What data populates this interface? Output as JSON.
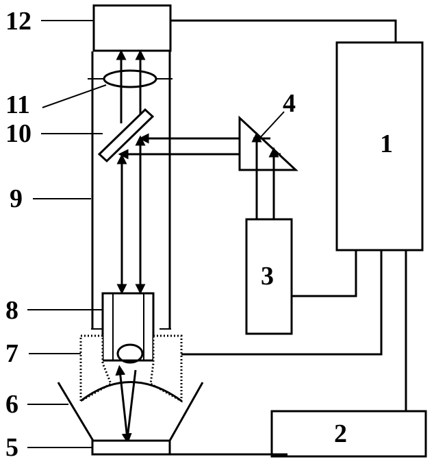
{
  "callouts": [
    {
      "id": "12",
      "text": "12"
    },
    {
      "id": "11",
      "text": "11"
    },
    {
      "id": "10",
      "text": "10"
    },
    {
      "id": "9",
      "text": "9"
    },
    {
      "id": "8",
      "text": "8"
    },
    {
      "id": "7",
      "text": "7"
    },
    {
      "id": "6",
      "text": "6"
    },
    {
      "id": "5",
      "text": "5"
    },
    {
      "id": "4",
      "text": "4"
    }
  ],
  "blocks": [
    {
      "id": "1",
      "text": "1"
    },
    {
      "id": "2",
      "text": "2"
    },
    {
      "id": "3",
      "text": "3"
    }
  ],
  "colors": {
    "line": "#000000",
    "background": "#ffffff"
  }
}
